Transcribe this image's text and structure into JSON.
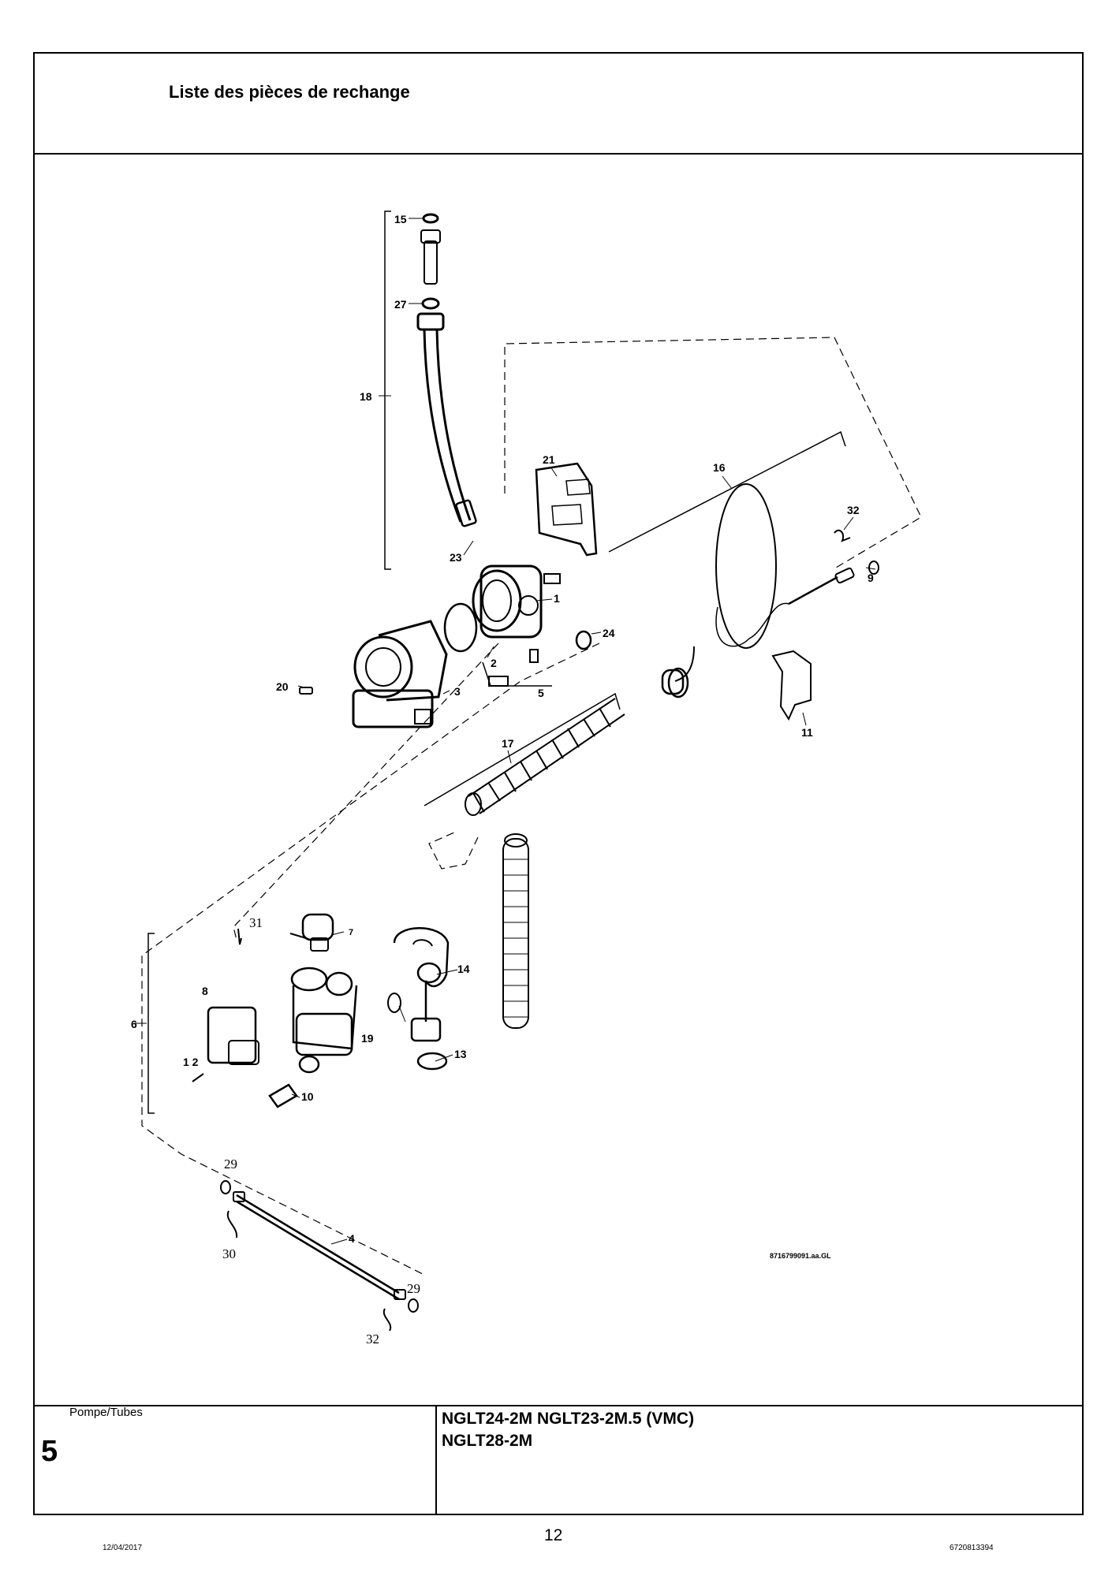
{
  "header": {
    "title": "Liste des pièces de rechange"
  },
  "diagram": {
    "reference": "8716799091.aa.GL",
    "callouts": [
      "15",
      "27",
      "18",
      "21",
      "16",
      "32",
      "23",
      "9",
      "1",
      "24",
      "2",
      "20",
      "3",
      "5",
      "11",
      "17",
      "31",
      "7",
      "14",
      "8",
      "6",
      "19",
      "13",
      "1 2",
      "10",
      "29",
      "4",
      "30",
      "29",
      "32"
    ]
  },
  "footer_box": {
    "section_label": "Pompe/Tubes",
    "section_number": "5",
    "model_line_1": "NGLT24-2M NGLT23-2M.5 (VMC)",
    "model_line_2": "NGLT28-2M"
  },
  "page": {
    "date": "12/04/2017",
    "page_number": "12",
    "document_number": "6720813394"
  }
}
